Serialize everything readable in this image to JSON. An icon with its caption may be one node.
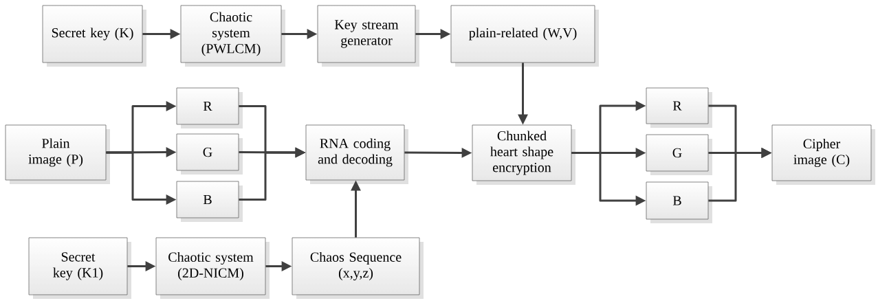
{
  "diagram": {
    "nodes": [
      {
        "text": [
          "Secret key (K)"
        ]
      },
      {
        "text": [
          "Chaotic system (PWLCM)"
        ]
      },
      {
        "text": [
          "Key stream generator"
        ]
      },
      {
        "text": [
          "plain-related (W,V)"
        ]
      },
      {
        "text": [
          "Plain image (P)"
        ]
      },
      {
        "text": [
          "R"
        ]
      },
      {
        "text": [
          "G"
        ]
      },
      {
        "text": [
          "B"
        ]
      },
      {
        "text": [
          "RNA coding and decoding"
        ]
      },
      {
        "text": [
          "Chunked heart shape encryption"
        ]
      },
      {
        "text": [
          "R"
        ]
      },
      {
        "text": [
          "G"
        ]
      },
      {
        "text": [
          "B"
        ]
      },
      {
        "text": [
          "Cipher image (C)"
        ]
      },
      {
        "text": [
          "Secret key (K1)"
        ]
      },
      {
        "text": [
          "Chaotic system (2D-NICM)"
        ]
      },
      {
        "text": [
          "Chaos Sequence (x,y,z)"
        ]
      }
    ],
    "edges": [
      {
        "from": 0,
        "to": 1,
        "arrow": "to"
      },
      {
        "from": 1,
        "to": 2,
        "arrow": "to"
      },
      {
        "from": 2,
        "to": 3,
        "arrow": "to"
      },
      {
        "from": 3,
        "to": 9,
        "arrow": "to"
      },
      {
        "from": 4,
        "to": 5,
        "arrow": "to"
      },
      {
        "from": 4,
        "to": 6,
        "arrow": "to"
      },
      {
        "from": 4,
        "to": 7,
        "arrow": "to"
      },
      {
        "from": 5,
        "to": 8,
        "arrow": "to"
      },
      {
        "from": 6,
        "to": 8,
        "arrow": "to"
      },
      {
        "from": 7,
        "to": 8,
        "arrow": "to"
      },
      {
        "from": 16,
        "to": 8,
        "arrow": "to"
      },
      {
        "from": 8,
        "to": 9,
        "arrow": "to"
      },
      {
        "from": 9,
        "to": 10,
        "arrow": "to"
      },
      {
        "from": 9,
        "to": 11,
        "arrow": "to"
      },
      {
        "from": 9,
        "to": 12,
        "arrow": "to"
      },
      {
        "from": 10,
        "to": 13,
        "arrow": "to"
      },
      {
        "from": 11,
        "to": 13,
        "arrow": "to"
      },
      {
        "from": 12,
        "to": 13,
        "arrow": "to"
      },
      {
        "from": 14,
        "to": 15,
        "arrow": "to"
      },
      {
        "from": 15,
        "to": 16,
        "arrow": "to"
      }
    ]
  }
}
